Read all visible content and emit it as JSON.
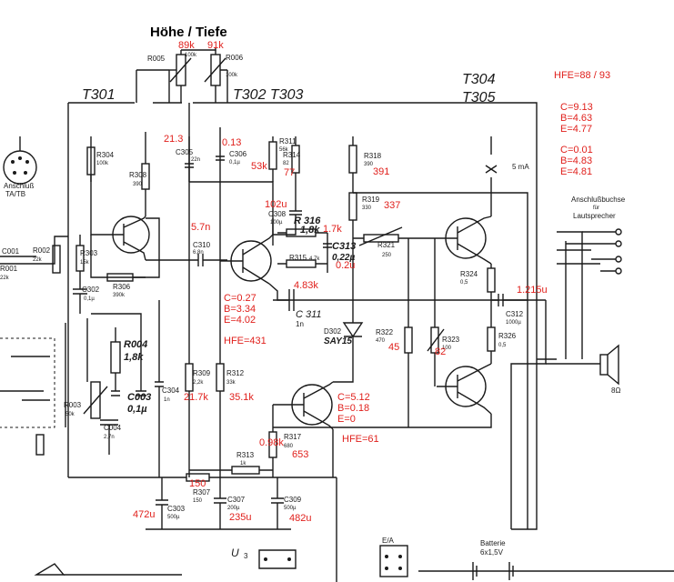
{
  "title": "Höhe / Tiefe",
  "colors": {
    "annotation": "#e0201c",
    "ink": "#1a1a1a"
  },
  "annotations": {
    "r005_value": "89k",
    "r006_value": "91k",
    "t301_collector": "21.3",
    "t302_collector": "0.13",
    "r311_value": "53k",
    "r314_value": "77",
    "c308_value": "102u",
    "r316_value": "1.7k",
    "c313_value": "0.2u",
    "r315_value": "4.83k",
    "c310_value": "5.7n",
    "r318_value": "391",
    "r319_value": "337",
    "t302_c": "C=0.27",
    "t302_b": "B=3.34",
    "t302_e": "E=4.02",
    "t302_hfe": "HFE=431",
    "r309_value": "21.7k",
    "r312_value": "35.1k",
    "r322_value": "45",
    "r323_value": "82",
    "out_voltage": "1.215u",
    "t303_c": "C=5.12",
    "t303_b": "B=0.18",
    "t303_e": "E=0",
    "t303_hfe": "HFE=61",
    "r313_value": "0.98k",
    "r317_value": "653",
    "r_bottom_value": "150",
    "c303_value": "472u",
    "c307_value": "235u",
    "c309_value": "482u",
    "hfe_t304_t305": "HFE=88 / 93",
    "t304_c": "C=9.13",
    "t304_b": "B=4.63",
    "t304_e": "E=4.77",
    "t305_c": "C=0.01",
    "t305_b": "B=4.83",
    "t305_e": "E=4.81"
  },
  "labels": {
    "t301": "T301",
    "t302_t303": "T302 T303",
    "t304": "T304",
    "t305": "T305",
    "r005": "R005",
    "r005_val": "100k",
    "r006": "R006",
    "r006_val": "100k",
    "r304": "R304",
    "r304_val": "100k",
    "r308": "R308",
    "r308_val": "390",
    "c305": "C305",
    "c305_val": "22n",
    "c306": "C306",
    "c306_val": "0,1µ",
    "r311": "R311",
    "r311_val": "56k",
    "r314": "R314",
    "r314_val": "82",
    "r318": "R318",
    "r318_val": "390",
    "ma": "5 mA",
    "r319": "R319",
    "r319_val": "330",
    "c308": "C308",
    "c308_val": "100µ",
    "r316": "R 316",
    "r316_val": "1,8k",
    "c313": "C313",
    "c313_val": "0,22µ",
    "r321": "R321",
    "r321_val": "250",
    "r315": "R315",
    "r315_val": "4,7k",
    "c311": "C 311",
    "c311_val": "1n",
    "d302": "D302",
    "d302_type": "SAY15",
    "c310": "C310",
    "c310_val": "6,8n",
    "r303": "R303",
    "r303_val": "15k",
    "r306": "R306",
    "r306_val": "390k",
    "c302": "C302",
    "c302_val": "0,1µ",
    "r002": "R002",
    "r002_val": "22k",
    "c001": "C001",
    "r001": "R001",
    "r001_val": "22k",
    "r004": "R004",
    "r004_val": "1,8k",
    "c003": "C003",
    "c003_val": "0,1µ",
    "r003": "R003",
    "r003_val": "50k",
    "c004": "C004",
    "c004_val": "2,7n",
    "c304": "C304",
    "c304_val": "1n",
    "r309": "R309",
    "r309_val": "2,2k",
    "r312": "R312",
    "r312_val": "33k",
    "r322": "R322",
    "r322_val": "470",
    "r323": "R323",
    "r323_val": "100",
    "r324": "R324",
    "r324_val": "0,5",
    "r326": "R326",
    "r326_val": "0,5",
    "c312": "C312",
    "c312_val": "1000µ",
    "r313": "R313",
    "r313_val": "1k",
    "r317": "R317",
    "r317_val": "680",
    "r307": "R307",
    "r307_val": "150",
    "c303": "C303",
    "c303_val": "500µ",
    "c307": "C307",
    "c307_val": "200µ",
    "c309": "C309",
    "c309_val": "500µ",
    "anschluss_ta": "Anschluß",
    "anschluss_ta2": "TA/TB",
    "anschluss_ls": "Anschlußbuchse",
    "anschluss_ls2": "für",
    "anschluss_ls3": "Lautsprecher",
    "speaker_ohm": "8Ω",
    "ea": "E/A",
    "batterie": "Batterie",
    "batterie_val": "6x1,5V",
    "u3": "U",
    "u3_pin": "3"
  }
}
